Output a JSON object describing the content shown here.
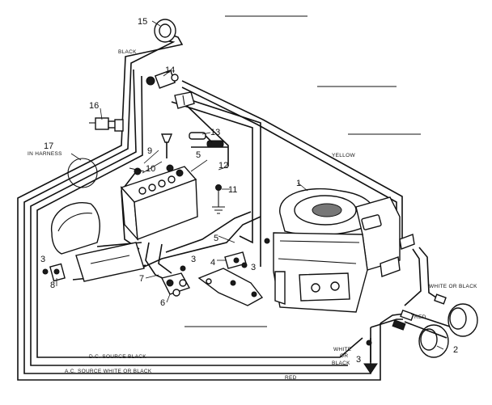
{
  "callouts": {
    "c1": "1",
    "c2": "2",
    "c3a": "3",
    "c3b": "3",
    "c3c": "3",
    "c3d": "3",
    "c4": "4",
    "c5a": "5",
    "c5b": "5",
    "c6": "6",
    "c7": "7",
    "c8": "8",
    "c9": "9",
    "c10": "10",
    "c11": "11",
    "c12": "12",
    "c13": "13",
    "c14": "14",
    "c15": "15",
    "c16": "16",
    "c17": "17"
  },
  "wire_labels": {
    "black_top": "BLACK",
    "in_harness": "IN HARNESS",
    "yellow": "YELLOW",
    "white_or_black_right": "WHITE OR BLACK",
    "red_right": "RED",
    "white_or_black_low_1": "WHITE",
    "white_or_black_low_2": "OR",
    "white_or_black_low_3": "BLACK",
    "dc_source": "D.C. SOURCE   BLACK",
    "ac_source": "A.C. SOURCE   WHITE OR BLACK",
    "red_bottom": "RED"
  }
}
